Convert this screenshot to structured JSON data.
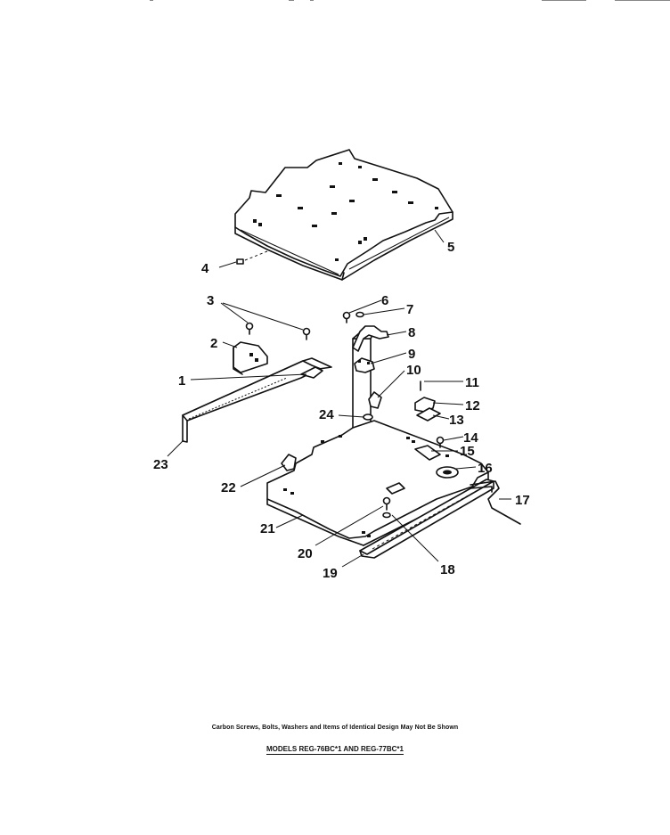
{
  "callouts": [
    {
      "id": "1",
      "text": "1"
    },
    {
      "id": "2",
      "text": "2"
    },
    {
      "id": "3",
      "text": "3"
    },
    {
      "id": "4",
      "text": "4"
    },
    {
      "id": "5",
      "text": "5"
    },
    {
      "id": "6",
      "text": "6"
    },
    {
      "id": "7",
      "text": "7"
    },
    {
      "id": "8",
      "text": "8"
    },
    {
      "id": "9",
      "text": "9"
    },
    {
      "id": "10",
      "text": "10"
    },
    {
      "id": "11",
      "text": "11"
    },
    {
      "id": "12",
      "text": "12"
    },
    {
      "id": "13",
      "text": "13"
    },
    {
      "id": "14",
      "text": "14"
    },
    {
      "id": "15",
      "text": "15"
    },
    {
      "id": "16",
      "text": "16"
    },
    {
      "id": "17",
      "text": "17"
    },
    {
      "id": "18",
      "text": "18"
    },
    {
      "id": "19",
      "text": "19"
    },
    {
      "id": "20",
      "text": "20"
    },
    {
      "id": "21",
      "text": "21"
    },
    {
      "id": "22",
      "text": "22"
    },
    {
      "id": "23",
      "text": "23"
    },
    {
      "id": "24",
      "text": "24"
    }
  ],
  "footnote": "Carbon Screws, Bolts, Washers and Items of Identical Design May Not Be Shown",
  "models_line": "MODELS REG-76BC*1 AND REG-77BC*1"
}
